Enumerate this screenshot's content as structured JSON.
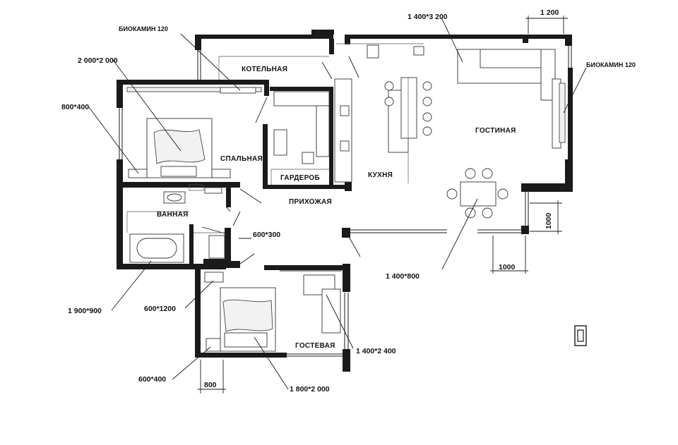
{
  "rooms": {
    "boiler": "КОТЕЛЬНАЯ",
    "bedroom": "СПАЛЬНАЯ",
    "wardrobe": "ГАРДЕРОБ",
    "kitchen": "КУХНЯ",
    "living": "ГОСТИНАЯ",
    "hall": "ПРИХОЖАЯ",
    "bathroom": "ВАННАЯ",
    "guest": "ГОСТЕВАЯ"
  },
  "annotations": {
    "fireplace_left": "БИОКАМИН 120",
    "fireplace_right": "БИОКАМИН 120",
    "bed_main": "2 000*2 000",
    "nightstand_main": "800*400",
    "sofa_living": "1 400*3 200",
    "dim_top": "1 200",
    "dim_side": "1000",
    "dim_bottom_right": "1000",
    "dining_table": "1 400*800",
    "cabinet": "600*300",
    "bathtub": "1 900*900",
    "guest_cabinet": "600*1200",
    "guest_sofa": "1 400*2 400",
    "guest_nightstand": "600*400",
    "dim_guest": "800",
    "bed_guest": "1 800*2 000"
  },
  "icons": {
    "compass": "north-marker-icon"
  }
}
